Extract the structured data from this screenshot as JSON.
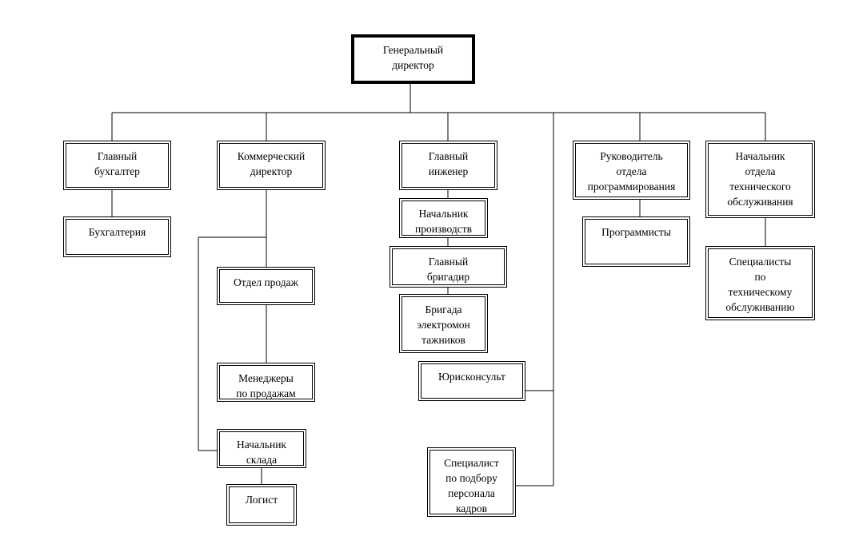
{
  "nodes": {
    "general_director": "Генеральный\nдиректор",
    "chief_accountant": "Главный\nбухгалтер",
    "accounting": "Бухгалтерия",
    "commercial_director": "Коммерческий\nдиректор",
    "sales_department": "Отдел продаж",
    "sales_managers": "Менеджеры\nпо продажам",
    "warehouse_head": "Начальник\nсклада",
    "logistician": "Логист",
    "chief_engineer": "Главный\nинженер",
    "production_head": "Начальник\nпроизводств",
    "chief_foreman": "Главный\nбригадир",
    "electricians_team": "Бригада\nэлектромон\nтажников",
    "legal_adviser": "Юрисконсульт",
    "hr_specialist": "Специалист\nпо подбору\nперсонала\nкадров",
    "programming_head": "Руководитель\nотдела\nпрограммирования",
    "programmers": "Программисты",
    "tech_service_head": "Начальник\nотдела\nтехнического\nобслуживания",
    "tech_service_specialists": "Специалисты\nпо\nтехническому\nобслуживанию"
  }
}
